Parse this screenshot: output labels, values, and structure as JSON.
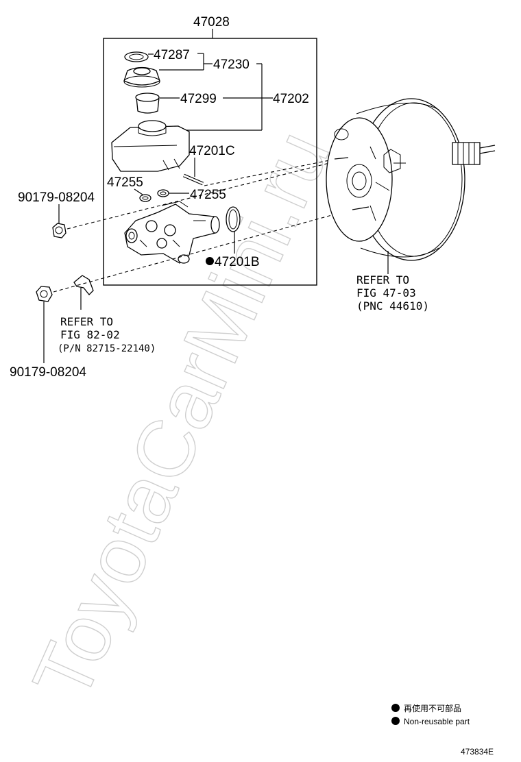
{
  "diagram": {
    "assembly_label": "47028",
    "labels": {
      "p47287": "47287",
      "p47230": "47230",
      "p47299": "47299",
      "p47202": "47202",
      "p47201C": "47201C",
      "p47255_a": "47255",
      "p47255_b": "47255",
      "p47201B": "47201B",
      "nut_upper": "90179-08204",
      "nut_lower": "90179-08204"
    },
    "refer_booster": [
      "REFER TO",
      "FIG 47-03",
      "(PNC 44610)"
    ],
    "refer_bracket": [
      "REFER TO",
      "FIG 82-02",
      "(P/N 82715-22140)"
    ],
    "legend": {
      "line_jp": "再使用不可部品",
      "line_en": "Non-reusable part"
    },
    "figure_id": "473834E",
    "watermark": "ToyotaCarMini.ru"
  }
}
